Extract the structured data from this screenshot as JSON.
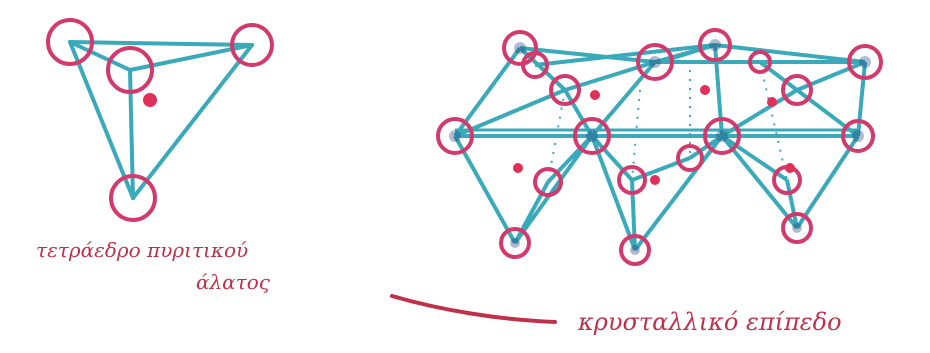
{
  "labels": {
    "tetrahedron_line1": "τετράεδρο πυριτικού",
    "tetrahedron_line2": "άλατος",
    "crystal": "κρυσταλλικό επίπεδο"
  },
  "colors": {
    "bond": "#3aa9b9",
    "node_ring": "#d23a6e",
    "node_core": "#1f3d7a",
    "dot": "#e0305a",
    "ink": "#c0304a"
  }
}
